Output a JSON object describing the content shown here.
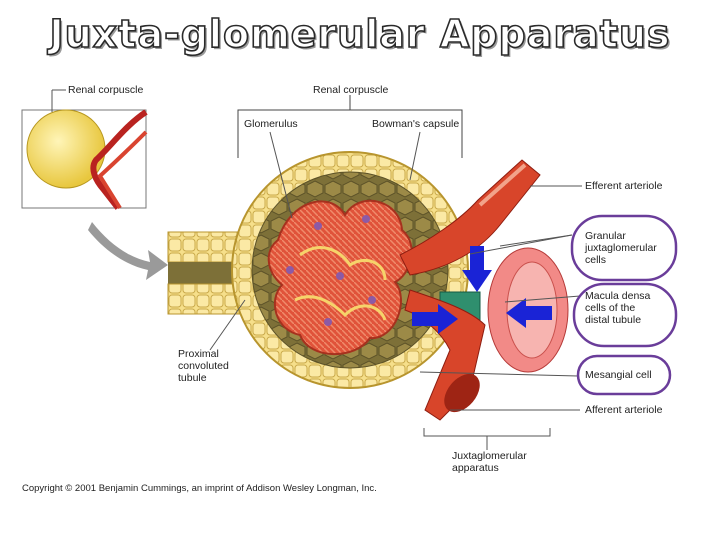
{
  "title": "Juxta-glomerular Apparatus",
  "labels": {
    "renal_corpuscle_inset": "Renal corpuscle",
    "renal_corpuscle": "Renal corpuscle",
    "glomerulus": "Glomerulus",
    "bowmans_capsule": "Bowman's capsule",
    "efferent_arteriole": "Efferent arteriole",
    "granular_cells": "Granular\njuxtaglomerular\ncells",
    "macula_densa": "Macula densa\ncells of the\ndistal tubule",
    "mesangial_cell": "Mesangial cell",
    "afferent_arteriole": "Afferent arteriole",
    "proximal_tubule": "Proximal\nconvoluted\ntubule",
    "juxtaglomerular_apparatus": "Juxtaglomerular\napparatus"
  },
  "copyright": "Copyright © 2001 Benjamin Cummings, an imprint of Addison Wesley Longman, Inc.",
  "colors": {
    "highlight_oval": "#6a3d9a",
    "arrow": "#1a23d6",
    "capsule_cells": "#f4dc86",
    "vessel": "#d8452a",
    "tubule_red": "#e56a58"
  }
}
